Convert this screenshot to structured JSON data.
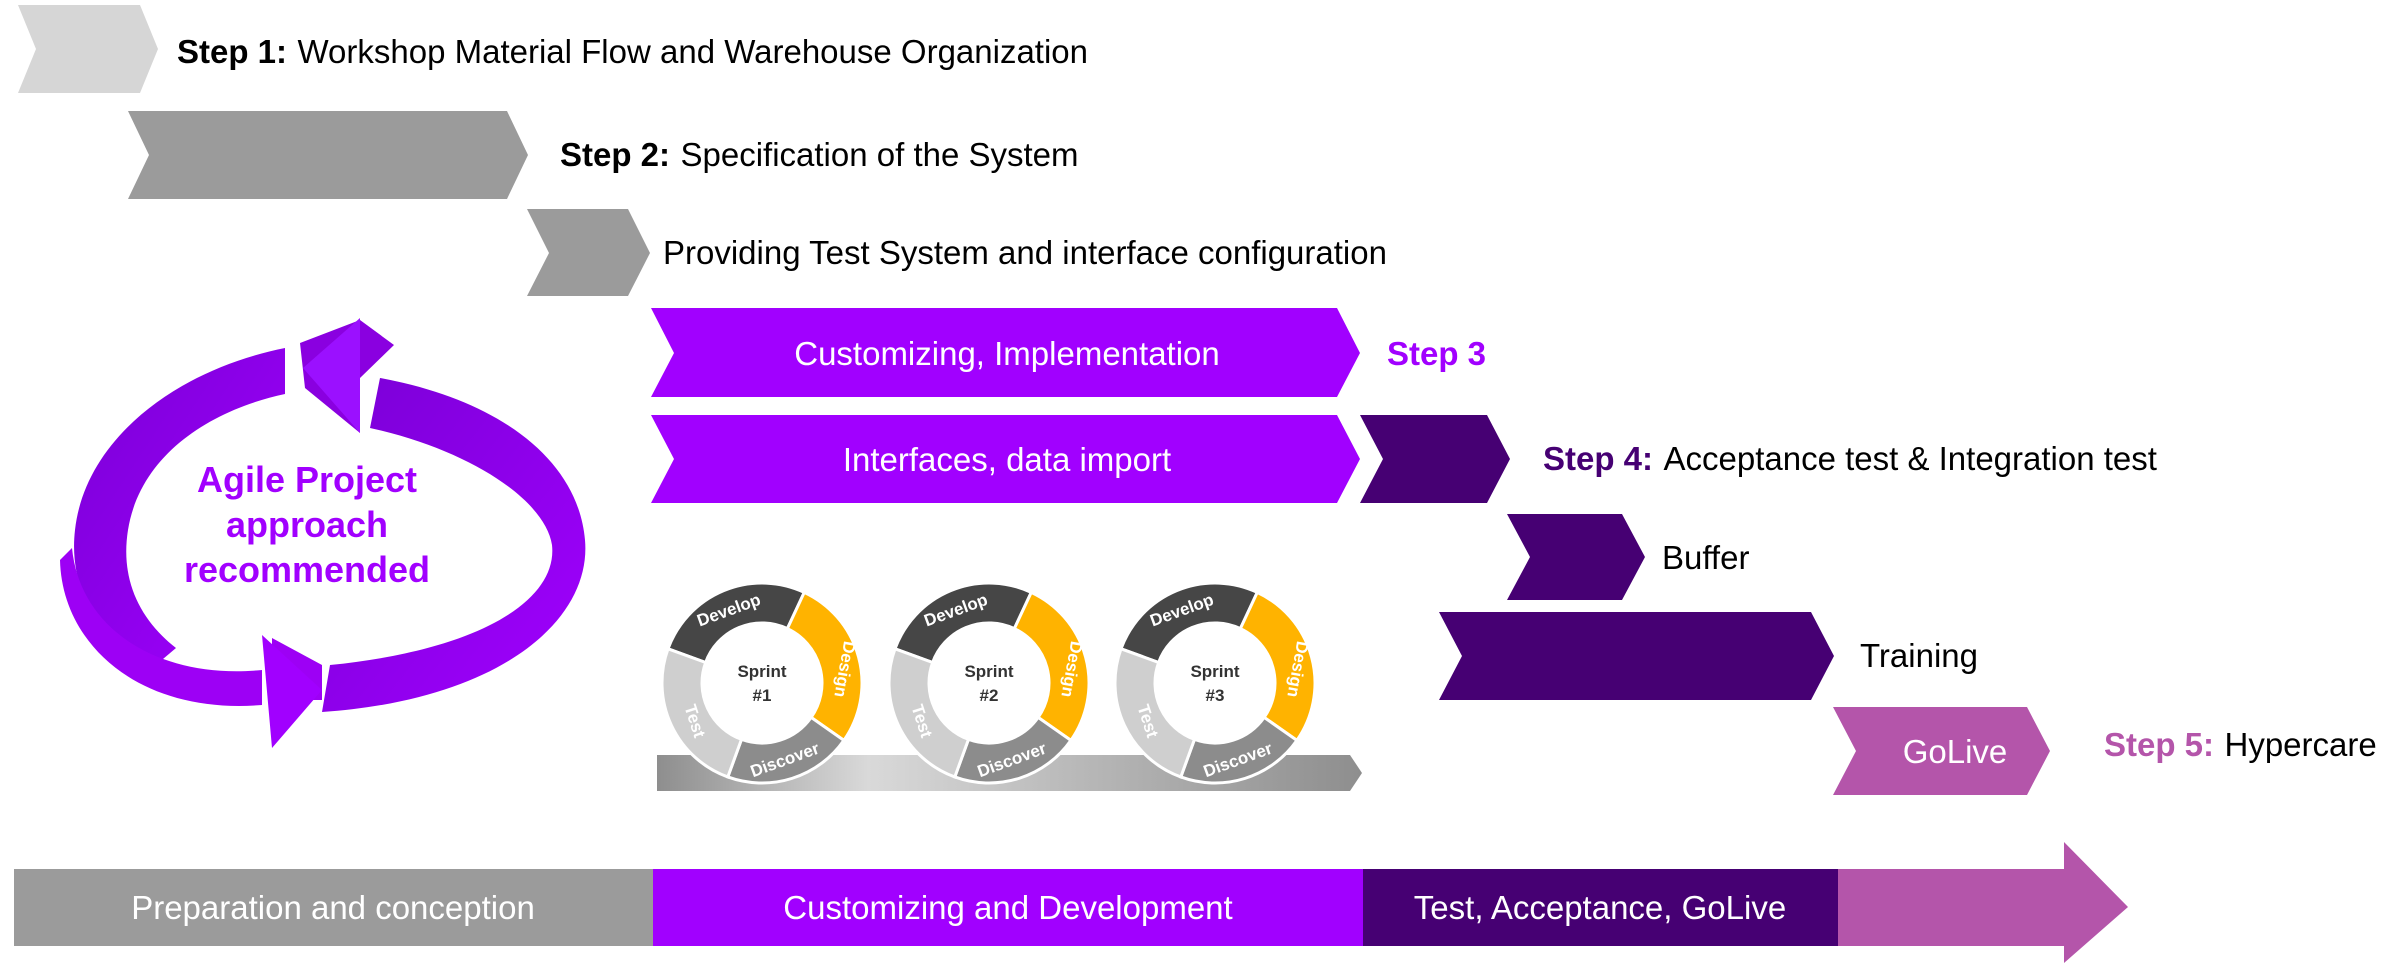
{
  "colors": {
    "light_gray": "#d6d6d6",
    "gray": "#9b9b9b",
    "purple": "#a100ff",
    "dark_purple": "#460073",
    "mauve": "#b455aa",
    "sprint_dark": "#464646",
    "sprint_light": "#cfcfcf",
    "sprint_gray": "#8c8c8c",
    "sprint_yellow": "#ffb300",
    "black": "#000000",
    "white": "#ffffff"
  },
  "steps": {
    "step1": {
      "prefix": "Step 1:",
      "text": "Workshop Material Flow and Warehouse Organization"
    },
    "step2": {
      "prefix": "Step 2:",
      "text": "Specification of the System"
    },
    "test_system": {
      "text": "Providing Test System and interface configuration"
    },
    "customizing": {
      "label": "Customizing, Implementation",
      "side": "Step 3"
    },
    "interfaces": {
      "label": "Interfaces, data import"
    },
    "step4": {
      "prefix": "Step 4:",
      "text": "Acceptance test & Integration test"
    },
    "buffer": {
      "text": "Buffer"
    },
    "training": {
      "text": "Training"
    },
    "golive": {
      "label": "GoLive"
    },
    "step5": {
      "prefix": "Step 5:",
      "text": "Hypercare"
    }
  },
  "agile": {
    "line1": "Agile Project",
    "line2": "approach",
    "line3": "recommended"
  },
  "sprints": [
    {
      "name": "Sprint",
      "num": "#1",
      "develop": "Develop",
      "design": "Design",
      "test": "Test",
      "discover": "Discover"
    },
    {
      "name": "Sprint",
      "num": "#2",
      "develop": "Develop",
      "design": "Design",
      "test": "Test",
      "discover": "Discover"
    },
    {
      "name": "Sprint",
      "num": "#3",
      "develop": "Develop",
      "design": "Design",
      "test": "Test",
      "discover": "Discover"
    }
  ],
  "phases": [
    {
      "label": "Preparation and conception"
    },
    {
      "label": "Customizing and Development"
    },
    {
      "label": "Test, Acceptance, GoLive"
    }
  ]
}
